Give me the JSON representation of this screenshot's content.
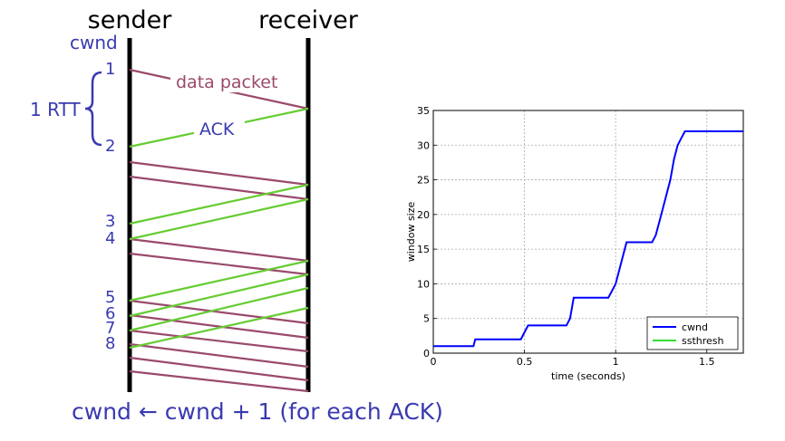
{
  "diagram": {
    "sender_label": "sender",
    "receiver_label": "receiver",
    "cwnd_label": "cwnd",
    "rtt_label": "1 RTT",
    "data_packet_label": "data packet",
    "ack_label": "ACK",
    "cwnd_values": [
      "1",
      "2",
      "3",
      "4",
      "5",
      "6",
      "7",
      "8"
    ],
    "formula": "cwnd ← cwnd + 1 (for each ACK)",
    "colors": {
      "data": "#9a4a6c",
      "ack": "#66cc33",
      "accent": "#3a3ab0",
      "line": "#000000"
    }
  },
  "chart_data": {
    "type": "line",
    "xlabel": "time (seconds)",
    "ylabel": "window size",
    "xlim": [
      0,
      1.7
    ],
    "ylim": [
      0,
      35
    ],
    "xticks": [
      0,
      0.5,
      1,
      1.5
    ],
    "xtick_labels": [
      "0",
      "0.5",
      "1",
      "1.5"
    ],
    "yticks": [
      0,
      5,
      10,
      15,
      20,
      25,
      30,
      35
    ],
    "ytick_labels": [
      "0",
      "5",
      "10",
      "15",
      "20",
      "25",
      "30",
      "35"
    ],
    "grid": true,
    "legend_position": "bottom-right",
    "series": [
      {
        "name": "cwnd",
        "color": "#0000ff",
        "x": [
          0,
          0.22,
          0.23,
          0.26,
          0.48,
          0.5,
          0.52,
          0.73,
          0.75,
          0.77,
          0.96,
          0.98,
          1.0,
          1.02,
          1.04,
          1.06,
          1.08,
          1.12,
          1.2,
          1.22,
          1.24,
          1.26,
          1.28,
          1.3,
          1.32,
          1.34,
          1.36,
          1.38,
          1.7
        ],
        "y": [
          1,
          1,
          2,
          2,
          2,
          3,
          4,
          4,
          5,
          8,
          8,
          9,
          10,
          12,
          14,
          16,
          16,
          16,
          16,
          17,
          19,
          21,
          23,
          25,
          28,
          30,
          31,
          32,
          32
        ]
      },
      {
        "name": "ssthresh",
        "color": "#33dd33",
        "x": [],
        "y": []
      }
    ]
  }
}
